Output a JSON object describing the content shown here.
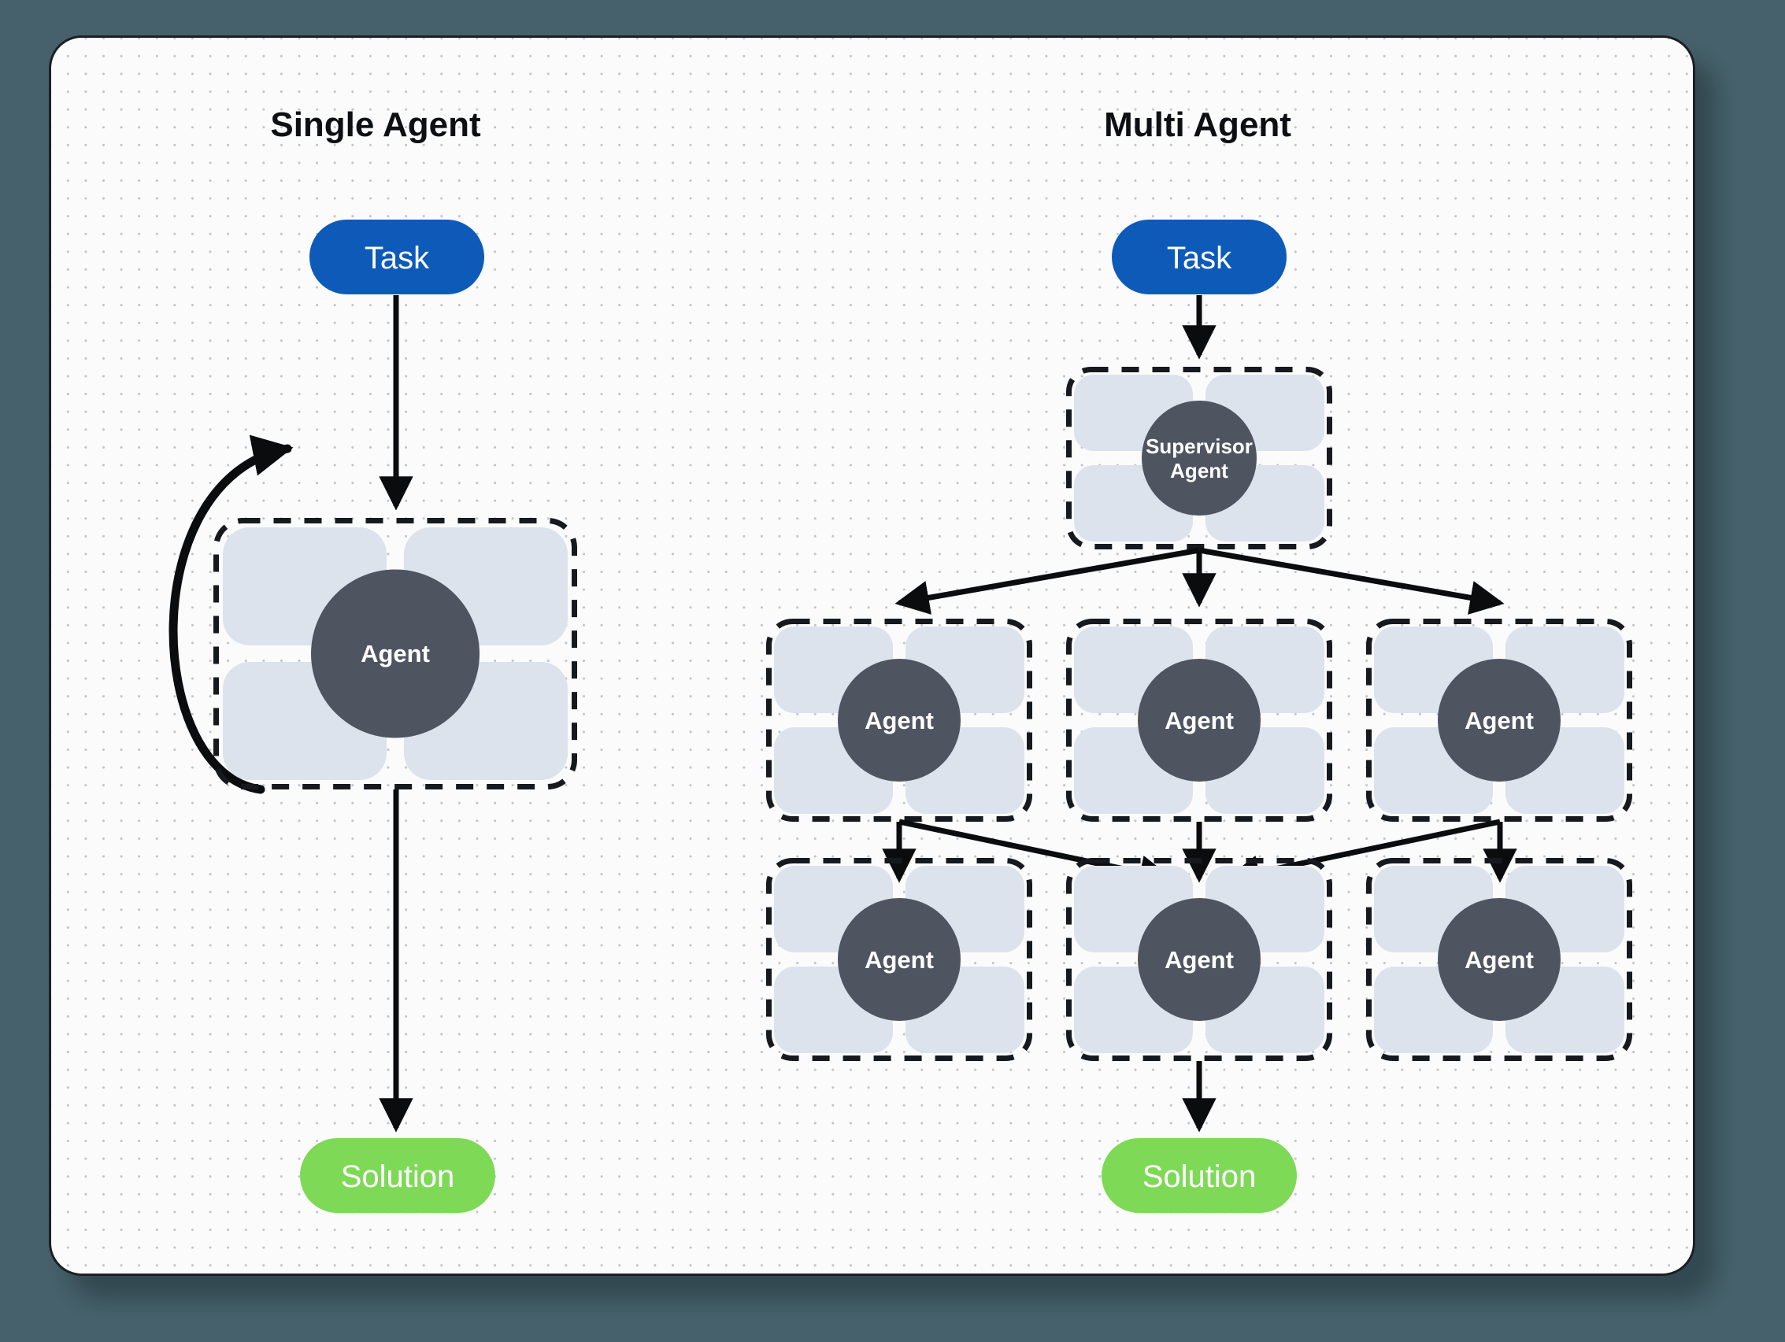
{
  "canvas": {
    "background_color": "#46616b",
    "card_background": "#fbfbfc",
    "card_border_color": "#1c2024",
    "dot_grid_color": "#b6bcc4"
  },
  "palette": {
    "task_blue": "#0d5ab9",
    "solution_green": "#7ed957",
    "agent_gray": "#4f5461",
    "tile_blue": "#dce3ed",
    "edge_black": "#0a0c0e"
  },
  "columns": [
    {
      "id": "single-agent",
      "title": "Single Agent",
      "nodes": {
        "task": {
          "label": "Task",
          "shape": "pill",
          "color": "#0d5ab9"
        },
        "agent": {
          "label": "Agent",
          "shape": "agent-cluster"
        },
        "solution": {
          "label": "Solution",
          "shape": "pill",
          "color": "#7ed957"
        }
      },
      "edges": [
        {
          "from": "task",
          "to": "agent",
          "kind": "straight-arrow"
        },
        {
          "from": "agent",
          "to": "agent",
          "kind": "self-loop-arrow"
        },
        {
          "from": "agent",
          "to": "solution",
          "kind": "straight-arrow"
        }
      ]
    },
    {
      "id": "multi-agent",
      "title": "Multi Agent",
      "nodes": {
        "task": {
          "label": "Task",
          "shape": "pill",
          "color": "#0d5ab9"
        },
        "supervisor": {
          "label_line1": "Supervisor",
          "label_line2": "Agent",
          "shape": "agent-cluster"
        },
        "row1": [
          {
            "label": "Agent"
          },
          {
            "label": "Agent"
          },
          {
            "label": "Agent"
          }
        ],
        "row2": [
          {
            "label": "Agent"
          },
          {
            "label": "Agent"
          },
          {
            "label": "Agent"
          }
        ],
        "solution": {
          "label": "Solution",
          "shape": "pill",
          "color": "#7ed957"
        }
      },
      "edges": [
        {
          "from": "task",
          "to": "supervisor",
          "kind": "straight-arrow"
        },
        {
          "from": "supervisor",
          "to": "row1.0",
          "kind": "diagonal-arrow"
        },
        {
          "from": "supervisor",
          "to": "row1.1",
          "kind": "straight-arrow"
        },
        {
          "from": "supervisor",
          "to": "row1.2",
          "kind": "diagonal-arrow"
        },
        {
          "from": "row1.0",
          "to": "row2.0",
          "kind": "straight-arrow"
        },
        {
          "from": "row1.0",
          "to": "row2.1",
          "kind": "diagonal-arrow"
        },
        {
          "from": "row1.1",
          "to": "row2.1",
          "kind": "straight-arrow"
        },
        {
          "from": "row1.2",
          "to": "row2.1",
          "kind": "diagonal-arrow"
        },
        {
          "from": "row1.2",
          "to": "row2.2",
          "kind": "straight-arrow"
        },
        {
          "from": "row2.1",
          "to": "solution",
          "kind": "straight-arrow"
        }
      ]
    }
  ]
}
